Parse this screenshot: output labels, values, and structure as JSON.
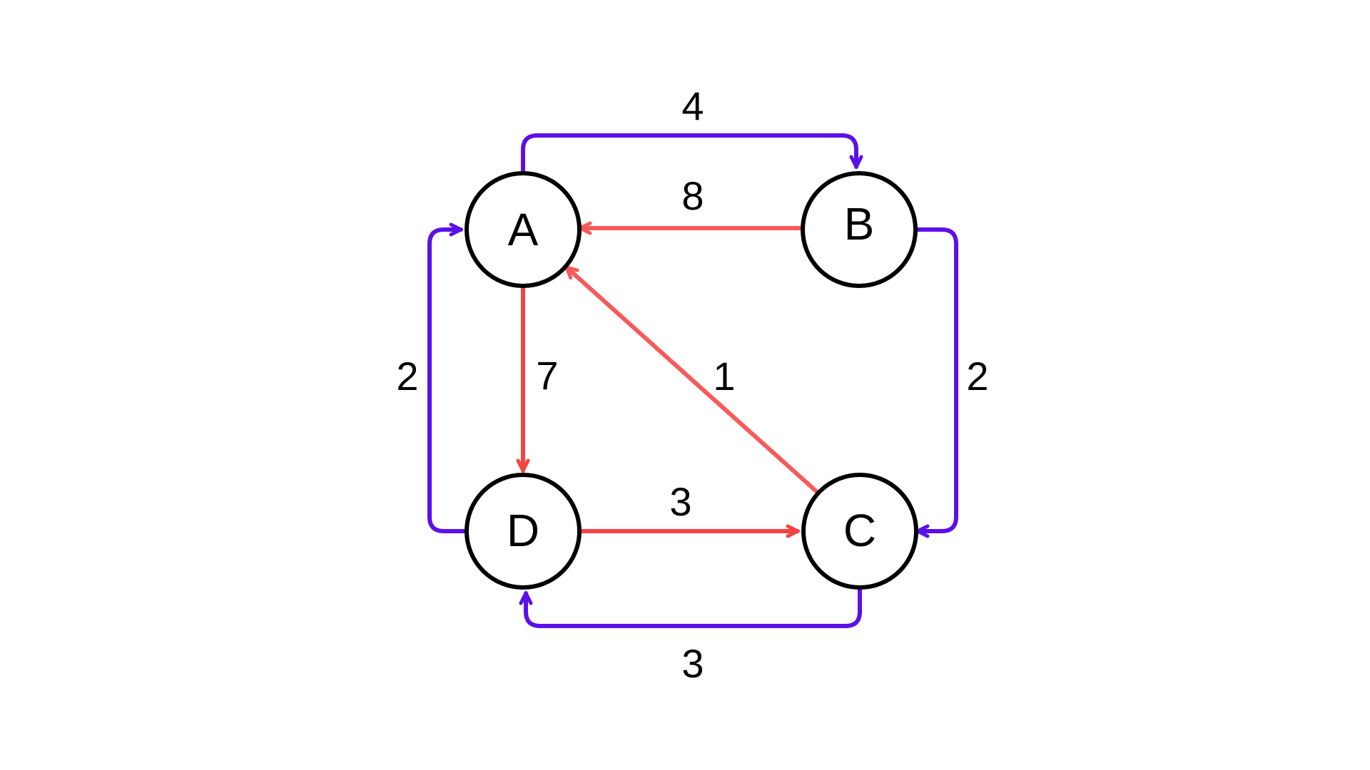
{
  "colors": {
    "node_stroke": "#000000",
    "node_fill": "#ffffff",
    "edge_purple": "#5B10E8",
    "edge_red": "#F44343",
    "edge_coral": "#F75A5A",
    "background": "#ffffff"
  },
  "nodes": {
    "a": {
      "label": "A"
    },
    "b": {
      "label": "B"
    },
    "c": {
      "label": "C"
    },
    "d": {
      "label": "D"
    }
  },
  "edges": {
    "a_b": {
      "from": "A",
      "to": "B",
      "weight": "4",
      "color": "purple"
    },
    "b_a": {
      "from": "B",
      "to": "A",
      "weight": "8",
      "color": "coral"
    },
    "b_c": {
      "from": "B",
      "to": "C",
      "weight": "2",
      "color": "purple"
    },
    "a_d": {
      "from": "A",
      "to": "D",
      "weight": "7",
      "color": "red"
    },
    "c_a": {
      "from": "C",
      "to": "A",
      "weight": "1",
      "color": "coral"
    },
    "d_a": {
      "from": "D",
      "to": "A",
      "weight": "2",
      "color": "purple"
    },
    "d_c": {
      "from": "D",
      "to": "C",
      "weight": "3",
      "color": "red"
    },
    "c_d": {
      "from": "C",
      "to": "D",
      "weight": "3",
      "color": "purple"
    }
  }
}
